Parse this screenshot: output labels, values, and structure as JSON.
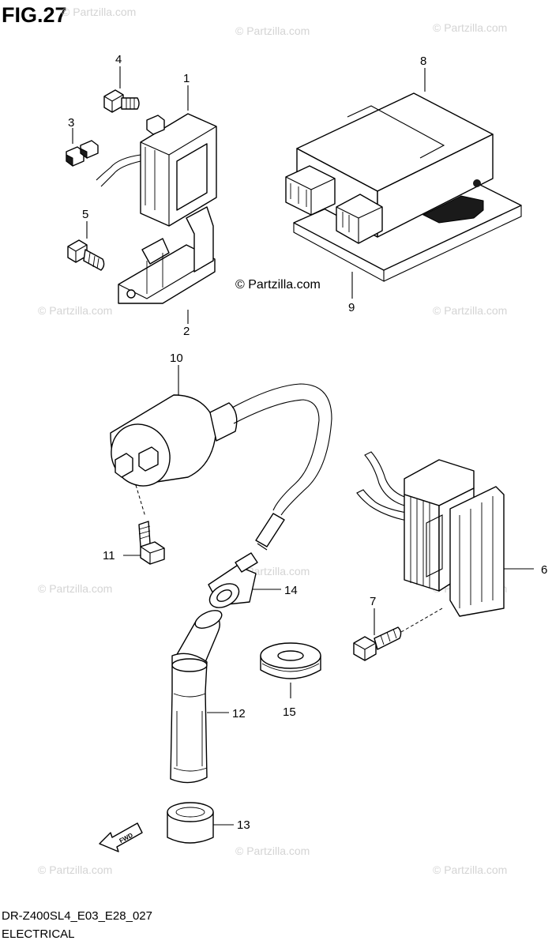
{
  "figure": {
    "title": "FIG.27",
    "code": "DR-Z400SL4_E03_E28_027",
    "name": "ELECTRICAL",
    "copyright": "© Partzilla.com"
  },
  "watermark": {
    "text": "© Partzilla.com"
  },
  "callouts": {
    "c1": "1",
    "c2": "2",
    "c3": "3",
    "c4": "4",
    "c5": "5",
    "c6": "6",
    "c7": "7",
    "c8": "8",
    "c9": "9",
    "c10": "10",
    "c11": "11",
    "c12": "12",
    "c13": "13",
    "c14": "14",
    "c15": "15"
  },
  "fwd_label": "FWD"
}
